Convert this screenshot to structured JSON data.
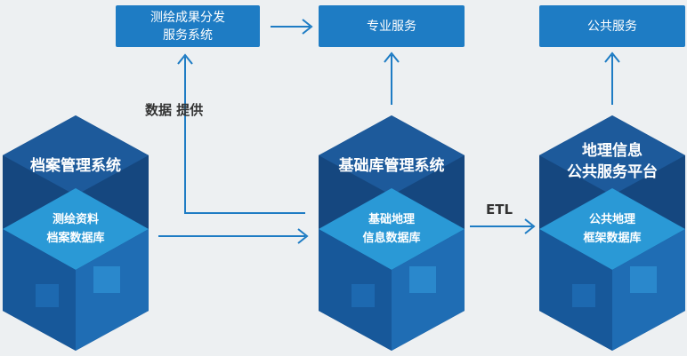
{
  "top": {
    "distribution": {
      "line1": "测绘成果分发",
      "line2": "服务系统"
    },
    "professional": {
      "label": "专业服务"
    },
    "public": {
      "label": "公共服务"
    }
  },
  "labels": {
    "data_provide": "数据  提供",
    "etl": "ETL"
  },
  "cubes": [
    {
      "title": [
        "档案管理系统"
      ],
      "db": [
        "测绘资料",
        "档案数据库"
      ]
    },
    {
      "title": [
        "基础库管理系统"
      ],
      "db": [
        "基础地理",
        "信息数据库"
      ]
    },
    {
      "title": [
        "地理信息",
        "公共服务平台"
      ],
      "db": [
        "公共地理",
        "框架数据库"
      ]
    }
  ],
  "colors": {
    "box": "#1e7cc4",
    "arrow": "#1e7cc4",
    "cube_dark": "#15477f",
    "cube_light": "#2a99d6"
  }
}
